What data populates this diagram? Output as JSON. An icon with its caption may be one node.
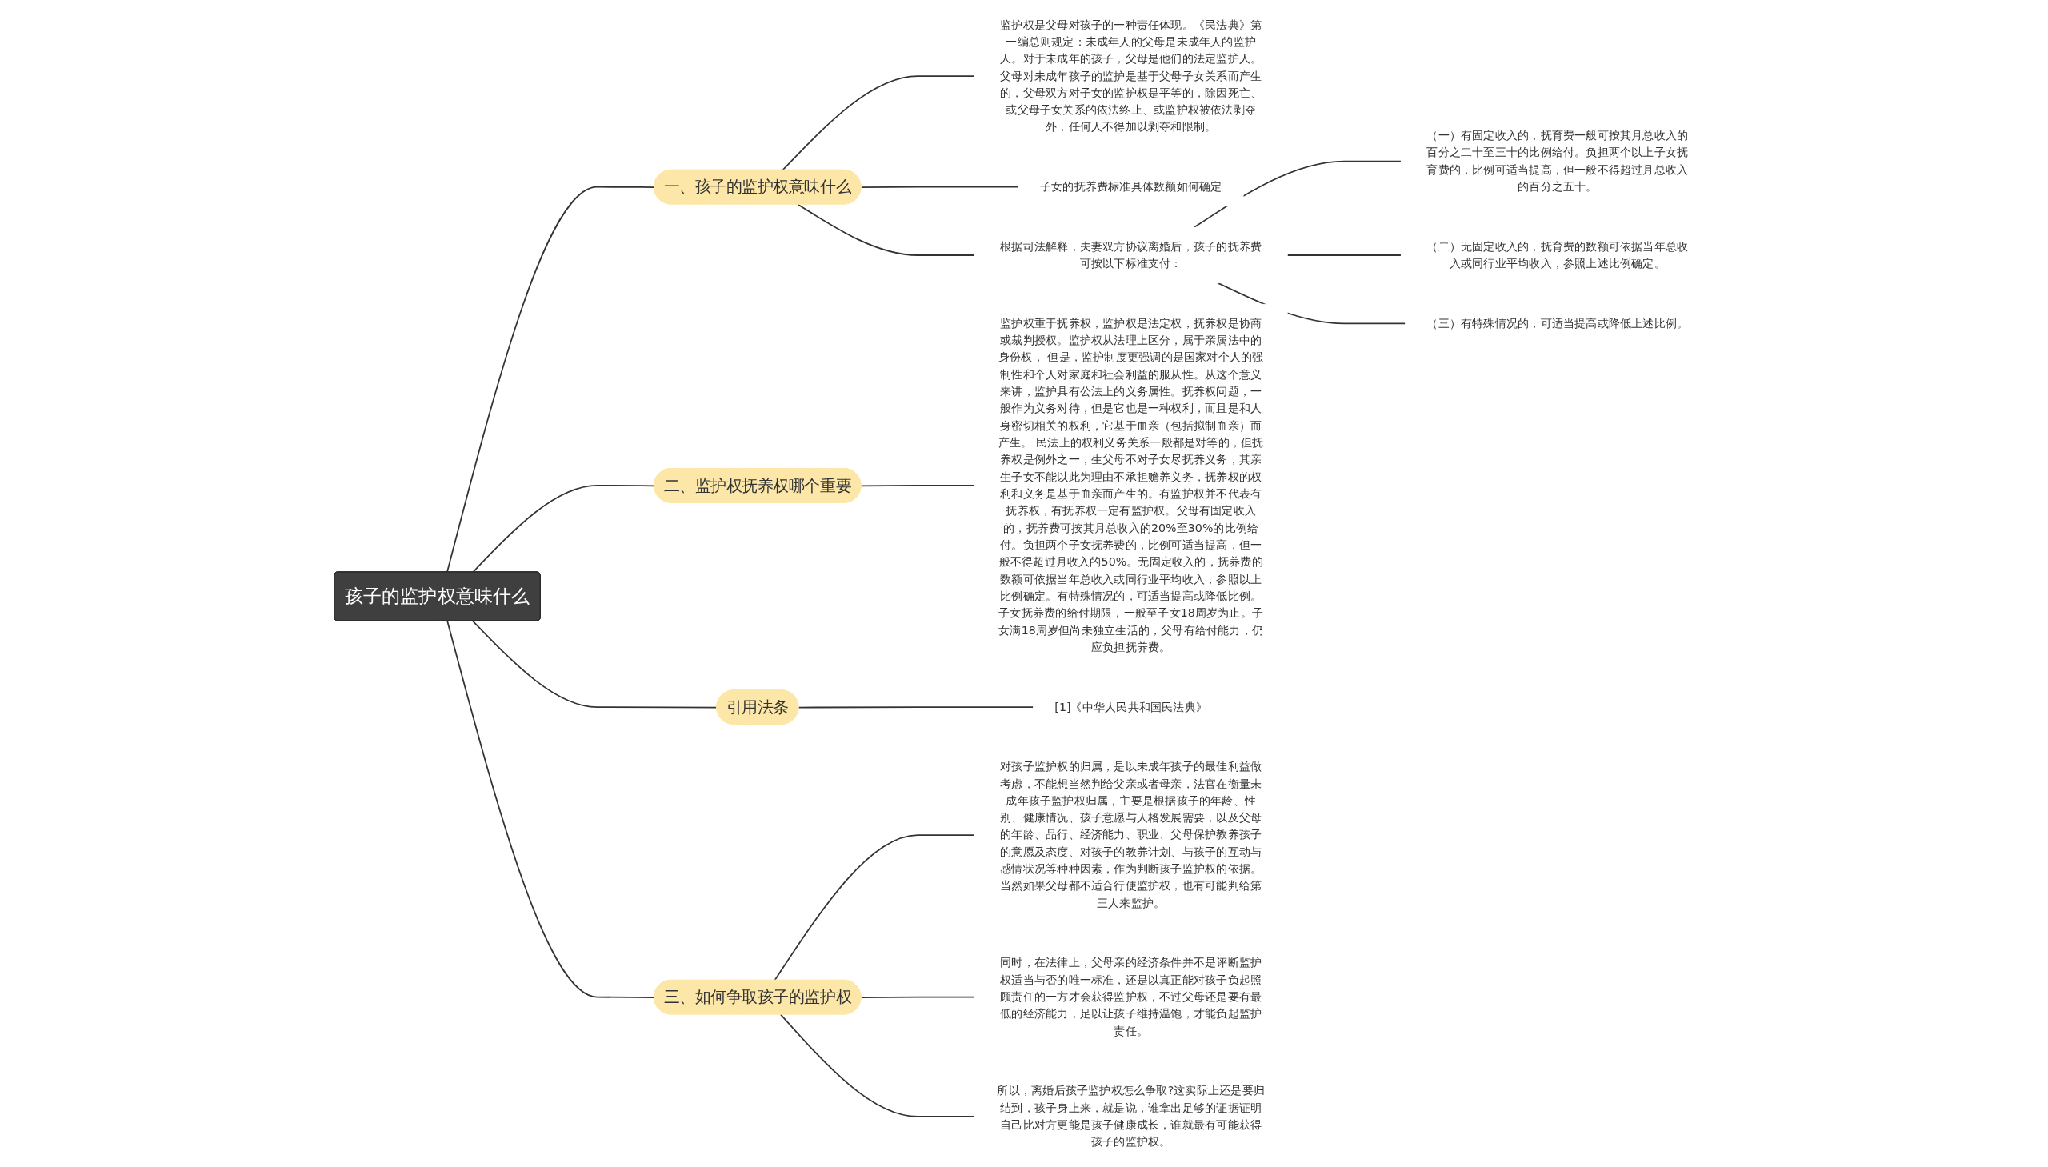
{
  "diagram": {
    "nodes": [
      {
        "text": [
          "孩子的监护权意味什么"
        ]
      },
      {
        "text": [
          "一、孩子的监护权意味什么"
        ]
      },
      {
        "text": [
          "监护权是父母对孩子的一种责任体现。《民法典》第一编总则规定：未成年人的父母是未成年人的监护人。对于未成年的孩子，父母是他们的法定监护人。父母对未成年孩子的监护是基于父母子女关系而产生的，父母双方对子女的监护权是平等的，除因死亡、或父母子女关系的依法终止、或监护权被依法剥夺外，任何人不得加以剥夺和限制。"
        ]
      },
      {
        "text": [
          "子女的抚养费标准具体数额如何确定"
        ]
      },
      {
        "text": [
          "根据司法解释，夫妻双方协议离婚后，孩子的抚养费可按以下标准支付："
        ]
      },
      {
        "text": [
          "（一）有固定收入的，抚育费一般可按其月总收入的百分之二十至三十的比例给付。负担两个以上子女抚育费的，比例可适当提高，但一般不得超过月总收入的百分之五十。"
        ]
      },
      {
        "text": [
          "（二）无固定收入的，抚育费的数额可依据当年总收入或同行业平均收入，参照上述比例确定。"
        ]
      },
      {
        "text": [
          "（三）有特殊情况的，可适当提高或降低上述比例。"
        ]
      },
      {
        "text": [
          "二、监护权抚养权哪个重要"
        ]
      },
      {
        "text": [
          "监护权重于抚养权，监护权是法定权，抚养权是协商或裁判授权。监护权从法理上区分，属于亲属法中的身份权， 但是，监护制度更强调的是国家对个人的强制性和个人对家庭和社会利益的服从性。从这个意义来讲，监护具有公法上的义务属性。抚养权问题，一般作为义务对待，但是它也是一种权利，而且是和人身密切相关的权利，它基于血亲（包括拟制血亲）而产生。 民法上的权利义务关系一般都是对等的，但抚养权是例外之一，生父母不对子女尽抚养义务，其亲生子女不能以此为理由不承担赡养义务，抚养权的权利和义务是基于血亲而产生的。有监护权并不代表有抚养权，有抚养权一定有监护权。父母有固定收入的，抚养费可按其月总收入的20%至30%的比例给付。负担两个子女抚养费的，比例可适当提高，但一般不得超过月收入的50%。无固定收入的，抚养费的数额可依据当年总收入或同行业平均收入，参照以上比例确定。有特殊情况的，可适当提高或降低比例。子女抚养费的给付期限，一般至子女18周岁为止。子女满18周岁但尚未独立生活的，父母有给付能力，仍应负担抚养费。"
        ]
      },
      {
        "text": [
          "引用法条"
        ]
      },
      {
        "text": [
          "[1]《中华人民共和国民法典》"
        ]
      },
      {
        "text": [
          "三、如何争取孩子的监护权"
        ]
      },
      {
        "text": [
          "对孩子监护权的归属，是以未成年孩子的最佳利益做考虑，不能想当然判给父亲或者母亲，法官在衡量未成年孩子监护权归属，主要是根据孩子的年龄、性别、健康情况、孩子意愿与人格发展需要，以及父母的年龄、品行、经济能力、职业、父母保护教养孩子的意愿及态度、对孩子的教养计划、与孩子的互动与感情状况等种种因素，作为判断孩子监护权的依据。当然如果父母都不适合行使监护权，也有可能判给第三人来监护。"
        ]
      },
      {
        "text": [
          "同时，在法律上，父母亲的经济条件并不是评断监护权适当与否的唯一标准，还是以真正能对孩子负起照顾责任的一方才会获得监护权，不过父母还是要有最低的经济能力，足以让孩子维持温饱，才能负起监护责任。"
        ]
      },
      {
        "text": [
          "所以，离婚后孩子监护权怎么争取?这实际上还是要归结到，孩子身上来，就是说，谁拿出足够的证据证明自己比对方更能是孩子健康成长，谁就最有可能获得孩子的监护权。"
        ]
      }
    ],
    "edges": [
      {
        "from": 0,
        "to": 1,
        "arrow": "none"
      },
      {
        "from": 1,
        "to": 2,
        "arrow": "none"
      },
      {
        "from": 1,
        "to": 3,
        "arrow": "none"
      },
      {
        "from": 1,
        "to": 4,
        "arrow": "none"
      },
      {
        "from": 4,
        "to": 5,
        "arrow": "none"
      },
      {
        "from": 4,
        "to": 6,
        "arrow": "none"
      },
      {
        "from": 4,
        "to": 7,
        "arrow": "none"
      },
      {
        "from": 0,
        "to": 8,
        "arrow": "none"
      },
      {
        "from": 8,
        "to": 9,
        "arrow": "none"
      },
      {
        "from": 0,
        "to": 10,
        "arrow": "none"
      },
      {
        "from": 10,
        "to": 11,
        "arrow": "none"
      },
      {
        "from": 0,
        "to": 12,
        "arrow": "none"
      },
      {
        "from": 12,
        "to": 13,
        "arrow": "none"
      },
      {
        "from": 12,
        "to": 14,
        "arrow": "none"
      },
      {
        "from": 12,
        "to": 15,
        "arrow": "none"
      }
    ]
  }
}
